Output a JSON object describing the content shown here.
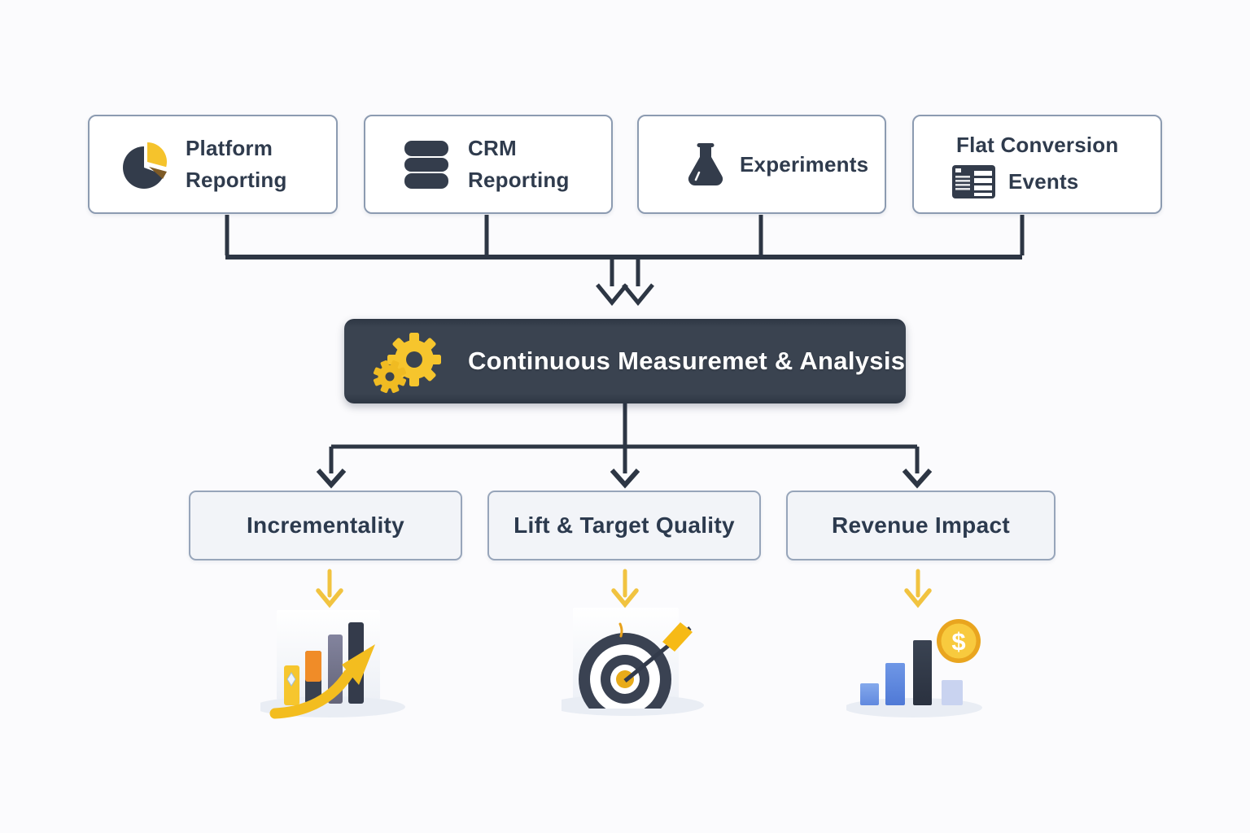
{
  "colors": {
    "background": "#FBFBFD",
    "accent_yellow": "#F5C62E",
    "dark_slate": "#3A4350",
    "connector": "#2D3644",
    "box_border": "#8C9BB1",
    "light_box_fill": "#F2F4F8",
    "text": "#2F3B4D"
  },
  "sources": {
    "items": [
      {
        "label": "Platform Reporting",
        "icon": "pie-chart-icon"
      },
      {
        "label": "CRM Reporting",
        "icon": "database-icon"
      },
      {
        "label": "Experiments",
        "icon": "flask-icon"
      },
      {
        "label_line1": "Flat Conversion",
        "label_line2": "Events",
        "icon": "table-icon"
      }
    ]
  },
  "central": {
    "label": "Continuous Measuremet & Analysis",
    "icon": "gears-icon"
  },
  "outcomes": {
    "items": [
      {
        "label": "Incrementality"
      },
      {
        "label": "Lift & Target Quality"
      },
      {
        "label": "Revenue Impact"
      }
    ]
  },
  "illustrations": {
    "items": [
      {
        "name": "growth-bar-chart-illustration"
      },
      {
        "name": "target-arrow-illustration"
      },
      {
        "name": "revenue-bars-coin-illustration",
        "coin_symbol": "$"
      }
    ]
  }
}
